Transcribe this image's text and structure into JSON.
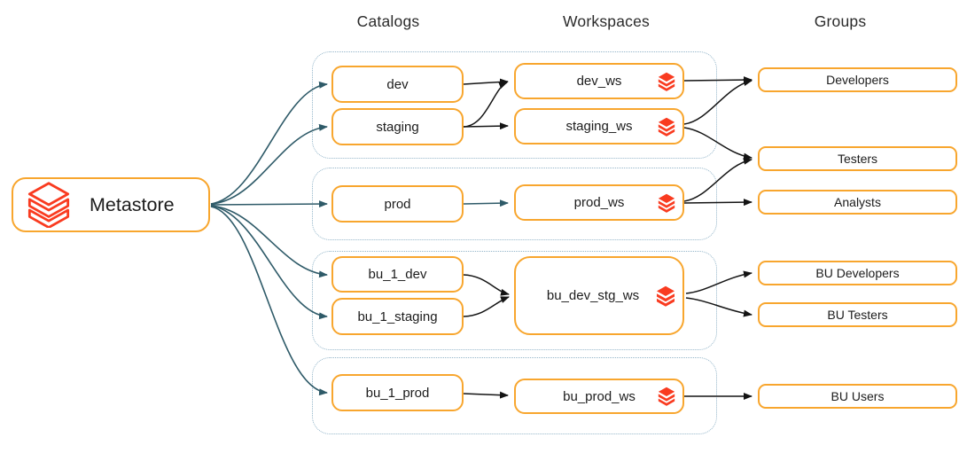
{
  "headers": {
    "catalogs": "Catalogs",
    "workspaces": "Workspaces",
    "groups": "Groups"
  },
  "metastore": {
    "label": "Metastore"
  },
  "catalogs": {
    "dev": "dev",
    "staging": "staging",
    "prod": "prod",
    "bu_1_dev": "bu_1_dev",
    "bu_1_staging": "bu_1_staging",
    "bu_1_prod": "bu_1_prod"
  },
  "workspaces": {
    "dev_ws": "dev_ws",
    "staging_ws": "staging_ws",
    "prod_ws": "prod_ws",
    "bu_dev_stg_ws": "bu_dev_stg_ws",
    "bu_prod_ws": "bu_prod_ws"
  },
  "groups": {
    "developers": "Developers",
    "testers": "Testers",
    "analysts": "Analysts",
    "bu_developers": "BU Developers",
    "bu_testers": "BU Testers",
    "bu_users": "BU Users"
  },
  "edges": [
    {
      "from": "Metastore",
      "to": "dev"
    },
    {
      "from": "Metastore",
      "to": "staging"
    },
    {
      "from": "Metastore",
      "to": "prod"
    },
    {
      "from": "Metastore",
      "to": "bu_1_dev"
    },
    {
      "from": "Metastore",
      "to": "bu_1_staging"
    },
    {
      "from": "Metastore",
      "to": "bu_1_prod"
    },
    {
      "from": "dev",
      "to": "dev_ws"
    },
    {
      "from": "staging",
      "to": "dev_ws"
    },
    {
      "from": "staging",
      "to": "staging_ws"
    },
    {
      "from": "prod",
      "to": "prod_ws"
    },
    {
      "from": "bu_1_dev",
      "to": "bu_dev_stg_ws"
    },
    {
      "from": "bu_1_staging",
      "to": "bu_dev_stg_ws"
    },
    {
      "from": "bu_1_prod",
      "to": "bu_prod_ws"
    },
    {
      "from": "dev_ws",
      "to": "Developers"
    },
    {
      "from": "staging_ws",
      "to": "Developers"
    },
    {
      "from": "staging_ws",
      "to": "Testers"
    },
    {
      "from": "prod_ws",
      "to": "Testers"
    },
    {
      "from": "prod_ws",
      "to": "Analysts"
    },
    {
      "from": "bu_dev_stg_ws",
      "to": "BU Developers"
    },
    {
      "from": "bu_dev_stg_ws",
      "to": "BU Testers"
    },
    {
      "from": "bu_prod_ws",
      "to": "BU Users"
    }
  ],
  "colors": {
    "orange": "#F8A62E",
    "red": "#F93B20",
    "teal": "#2E5A68",
    "arrow_black": "#141414",
    "dotted_outline": "#93B5C9",
    "text": "#1C1C1C"
  }
}
